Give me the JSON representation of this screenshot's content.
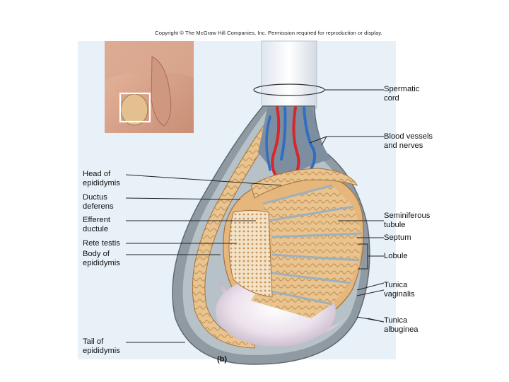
{
  "copyright": "Copyright © The McGraw Hill Companies, Inc. Permission required for reproduction or display.",
  "figure_label": "(b)",
  "labels": {
    "spermatic_cord": "Spermatic\ncord",
    "blood_vessels": "Blood vessels\nand nerves",
    "head_epididymis": "Head of\nepididymis",
    "ductus_deferens": "Ductus\ndeferens",
    "efferent_ductule": "Efferent\nductule",
    "rete_testis": "Rete testis",
    "body_epididymis": "Body of\nepididymis",
    "seminiferous_tubule": "Seminiferous\ntubule",
    "septum": "Septum",
    "lobule": "Lobule",
    "tunica_vaginalis": "Tunica\nvaginalis",
    "tunica_albuginea": "Tunica\nalbuginea",
    "tail_epididymis": "Tail of\nepididymis"
  },
  "colors": {
    "panel_bg": "#e8f1f7",
    "tubule": "#e9c48f",
    "tubule_dark": "#c9955a",
    "artery": "#d8262a",
    "vein": "#2f6fc2",
    "tunica_gray": "#8f9aa2",
    "albuginea": "#e6dbe6",
    "cord": "#f2f5f8"
  }
}
